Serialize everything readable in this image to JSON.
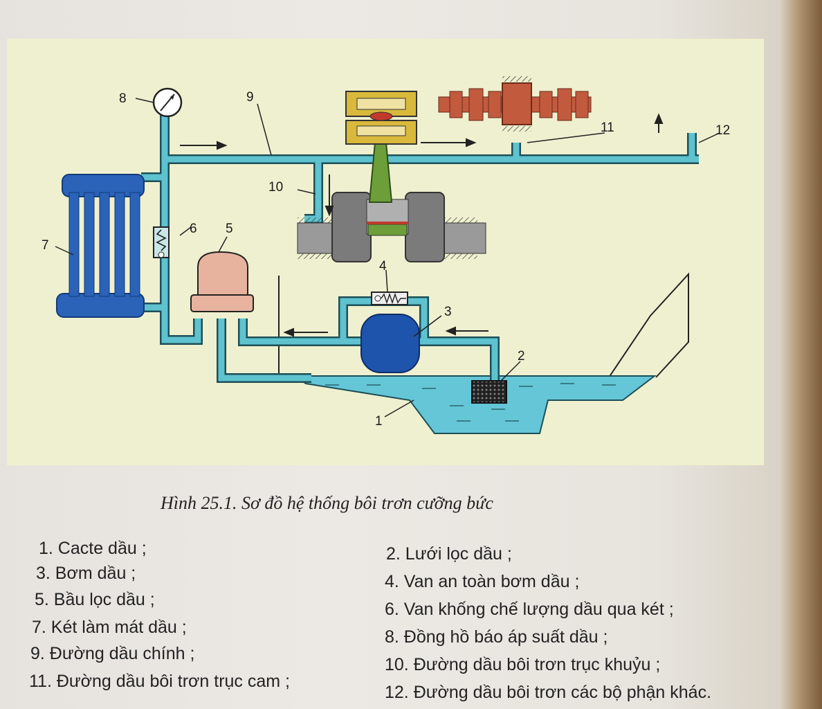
{
  "caption": "Hình 25.1. Sơ đồ hệ thống bôi trơn cưỡng bức",
  "labels": [
    "1",
    "2",
    "3",
    "4",
    "5",
    "6",
    "7",
    "8",
    "9",
    "10",
    "11",
    "12"
  ],
  "legend_left": [
    "1. Cacte dầu ;",
    "3. Bơm dầu ;",
    "5. Bầu lọc dầu ;",
    "7. Két làm mát dầu ;",
    "9. Đường dầu chính ;",
    "11. Đường dầu bôi trơn trục cam ;"
  ],
  "legend_right": [
    "2. Lưới lọc dầu ;",
    "4. Van an toàn bơm dầu ;",
    "6. Van khống chế lượng dầu qua két ;",
    "8. Đồng hồ báo áp suất dầu ;",
    "10. Đường dầu bôi trơn trục khuỷu ;",
    "12. Đường dầu bôi trơn các bộ phận khác."
  ],
  "colors": {
    "pipe": "#5fc3cf",
    "pipe_outline": "#1d4f58",
    "oil": "#64c6d6",
    "radiator": "#2a63b8",
    "pump": "#1f54ad",
    "filter_body": "#e7b39f",
    "camshaft": "#c25a3e",
    "piston": "#d9b93c",
    "rod": "#6c9e3a",
    "crank": "#8a8a8a",
    "panel": "#eef0cf"
  }
}
